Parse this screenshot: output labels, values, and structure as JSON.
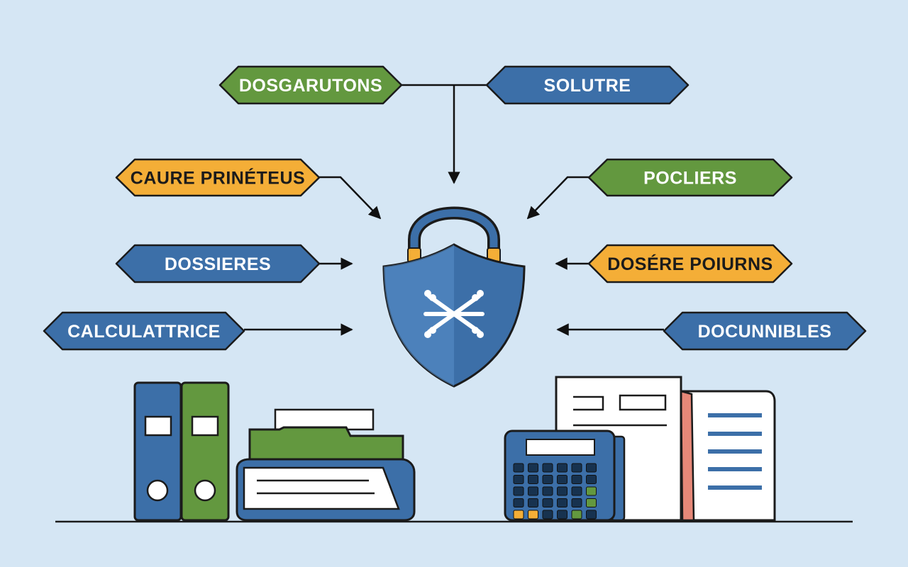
{
  "colors": {
    "background": "#d5e6f4",
    "blue": "#3c6fa8",
    "green": "#63983f",
    "orange": "#f4ae37",
    "outline": "#1b1b1b",
    "paper": "#ffffff",
    "coral": "#e68878"
  },
  "labels": [
    {
      "text": "DOSGARUTONS",
      "color": "green",
      "side": "left",
      "row": 0
    },
    {
      "text": "SOLUTRE",
      "color": "blue",
      "side": "right",
      "row": 0
    },
    {
      "text": "CAURE PRINÉTEUS",
      "color": "orange",
      "side": "left",
      "row": 1
    },
    {
      "text": "POCLIERS",
      "color": "green",
      "side": "right",
      "row": 1
    },
    {
      "text": "DOSSIERES",
      "color": "blue",
      "side": "left",
      "row": 2
    },
    {
      "text": "DOSÉRE POIURNS",
      "color": "orange",
      "side": "right",
      "row": 2
    },
    {
      "text": "CALCULATTRICE",
      "color": "blue",
      "side": "left",
      "row": 3
    },
    {
      "text": "DOCUNNIBLES",
      "color": "blue",
      "side": "right",
      "row": 3
    }
  ],
  "icons": {
    "center": "shield-lock-icon",
    "binders": "binder-icon",
    "folder": "folder-tray-icon",
    "calculator": "calculator-icon",
    "documents": "documents-icon"
  }
}
